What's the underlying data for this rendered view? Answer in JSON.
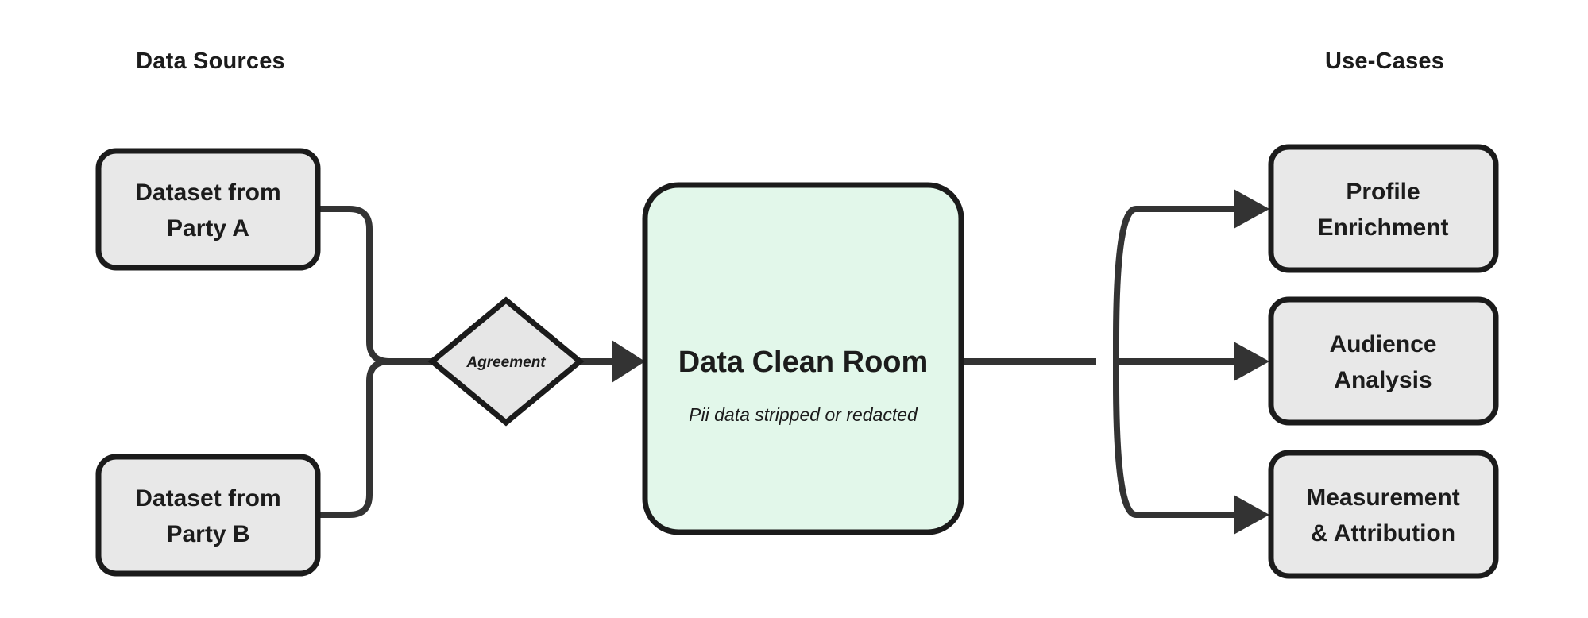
{
  "diagram": {
    "background_color": "#ffffff",
    "columns": [
      {
        "id": "data-sources",
        "label": "Data Sources"
      },
      {
        "id": "use-cases",
        "label": "Use-Cases"
      }
    ],
    "nodes": {
      "party_a": {
        "label_line1": "Dataset from",
        "label_line2": "Party A",
        "fill": "#e8e8e8",
        "shape": "rounded-rect"
      },
      "party_b": {
        "label_line1": "Dataset from",
        "label_line2": "Party B",
        "fill": "#e8e8e8",
        "shape": "rounded-rect"
      },
      "agreement": {
        "label": "Agreement",
        "fill": "#e6e6e6",
        "shape": "diamond"
      },
      "clean_room": {
        "title": "Data Clean Room",
        "subtitle": "Pii data stripped or redacted",
        "fill": "#e2f7ea",
        "shape": "rounded-rect"
      },
      "profile_enrichment": {
        "label_line1": "Profile",
        "label_line2": "Enrichment",
        "fill": "#e8e8e8",
        "shape": "rounded-rect"
      },
      "audience_analysis": {
        "label_line1": "Audience",
        "label_line2": "Analysis",
        "fill": "#e8e8e8",
        "shape": "rounded-rect"
      },
      "measurement_attribution": {
        "label_line1": "Measurement",
        "label_line2": "& Attribution",
        "fill": "#e8e8e8",
        "shape": "rounded-rect"
      }
    },
    "edges": [
      {
        "id": "party-a-to-agreement",
        "from": "party_a",
        "to": "agreement",
        "arrow": false
      },
      {
        "id": "party-b-to-agreement",
        "from": "party_b",
        "to": "agreement",
        "arrow": false
      },
      {
        "id": "agreement-to-clean-room",
        "from": "agreement",
        "to": "clean_room",
        "arrow": true
      },
      {
        "id": "clean-room-to-profile-enrichment",
        "from": "clean_room",
        "to": "profile_enrichment",
        "arrow": true
      },
      {
        "id": "clean-room-to-audience-analysis",
        "from": "clean_room",
        "to": "audience_analysis",
        "arrow": true
      },
      {
        "id": "clean-room-to-measurement-attribution",
        "from": "clean_room",
        "to": "measurement_attribution",
        "arrow": true
      }
    ],
    "colors": {
      "stroke": "#1b1b1b",
      "edge": "#333333",
      "text": "#1c1c1c",
      "node_gray": "#e8e8e8",
      "node_green": "#e2f7ea"
    }
  }
}
